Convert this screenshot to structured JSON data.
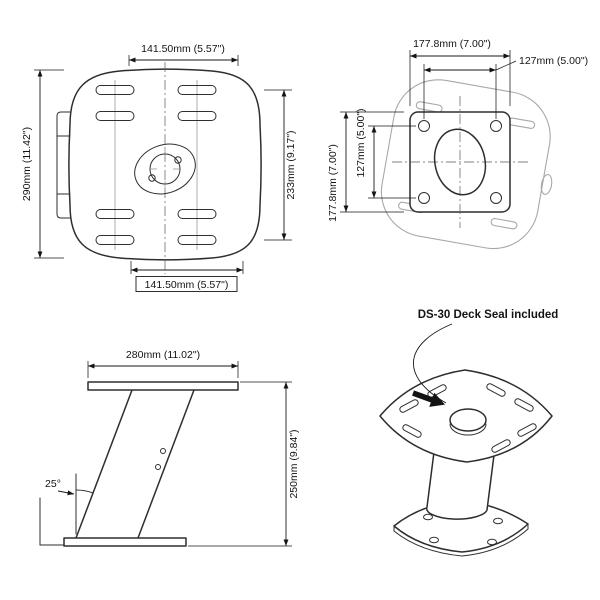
{
  "drawing": {
    "type": "technical-drawing",
    "line_color": "#2e2e2e",
    "ghost_color": "#a8a8a8"
  },
  "views": {
    "top_plate": {
      "dims": {
        "top": "141.50mm (5.57\")",
        "left": "290mm (11.42\")",
        "right": "233mm (9.17\")",
        "bottom": "141.50mm (5.57\")"
      }
    },
    "base_flange": {
      "dims": {
        "outer_width": "177.8mm (7.00\")",
        "bolt_width": "127mm (5.00\")",
        "bolt_height": "127mm (5.00\")",
        "outer_height": "177.8mm (7.00\")"
      }
    },
    "side_profile": {
      "dims": {
        "width": "280mm (11.02\")",
        "angle": "25°",
        "height": "250mm (9.84\")"
      }
    },
    "isometric": {
      "callout": "DS-30 Deck Seal included"
    }
  }
}
